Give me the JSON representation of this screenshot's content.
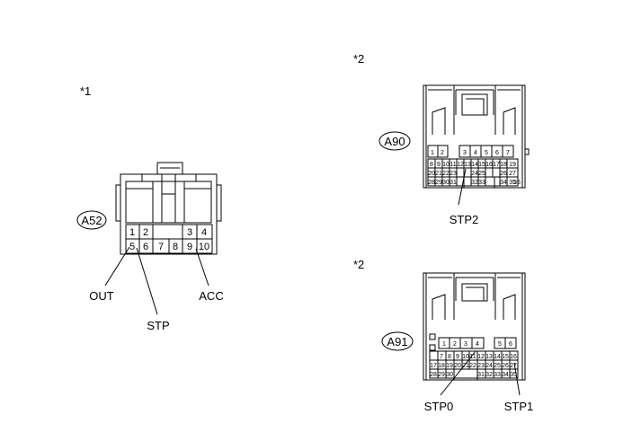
{
  "notes": {
    "n1": "*1",
    "n2a": "*2",
    "n2b": "*2"
  },
  "connectors": {
    "a52": {
      "id": "A52",
      "pins_top": [
        "1",
        "2",
        "3",
        "4"
      ],
      "pins_bottom": [
        "5",
        "6",
        "7",
        "8",
        "9",
        "10"
      ],
      "callouts": {
        "out": "OUT",
        "stp": "STP",
        "acc": "ACC"
      }
    },
    "a90": {
      "id": "A90",
      "row1": [
        "1",
        "2",
        "3",
        "4",
        "5",
        "6",
        "7"
      ],
      "row2": [
        "8",
        "9",
        "10",
        "11",
        "12",
        "13",
        "14",
        "15",
        "16",
        "17",
        "18",
        "19"
      ],
      "row3": [
        "20",
        "21",
        "22",
        "23",
        "24",
        "25",
        "26",
        "27"
      ],
      "row4": [
        "28",
        "29",
        "30",
        "31",
        "32",
        "33",
        "34",
        "35",
        "36"
      ],
      "callouts": {
        "stp2": "STP2"
      }
    },
    "a91": {
      "id": "A91",
      "row1": [
        "1",
        "2",
        "3",
        "4",
        "5",
        "6"
      ],
      "row2": [
        "7",
        "8",
        "9",
        "10",
        "11",
        "12",
        "13",
        "14",
        "15",
        "16"
      ],
      "row3": [
        "17",
        "18",
        "19",
        "20",
        "21",
        "22",
        "23",
        "24",
        "25",
        "26",
        "27"
      ],
      "row4": [
        "28",
        "29",
        "30",
        "31",
        "32",
        "33",
        "34",
        "35"
      ],
      "callouts": {
        "stp0": "STP0",
        "stp1": "STP1"
      }
    }
  }
}
